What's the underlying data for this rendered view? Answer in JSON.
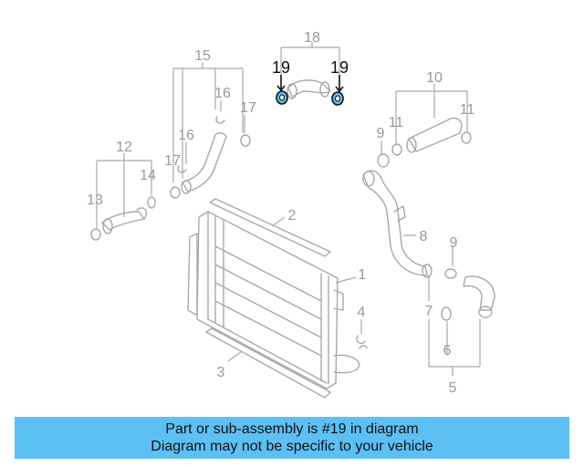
{
  "banner": {
    "line1": "Part or sub-assembly is #19 in diagram",
    "line2": "Diagram may not be specific to your vehicle"
  },
  "callouts": {
    "c1": "1",
    "c2": "2",
    "c3": "3",
    "c4": "4",
    "c5": "5",
    "c6": "6",
    "c7": "7",
    "c8": "8",
    "c9a": "9",
    "c9b": "9",
    "c10": "10",
    "c11a": "11",
    "c11b": "11",
    "c12": "12",
    "c13": "13",
    "c14": "14",
    "c15": "15",
    "c16a": "16",
    "c16b": "16",
    "c17a": "17",
    "c17b": "17",
    "c18": "18",
    "c19a": "19",
    "c19b": "19"
  },
  "colors": {
    "highlight": "#5cc0ee",
    "banner": "#5cc0f5",
    "line": "#a8a8a8"
  }
}
